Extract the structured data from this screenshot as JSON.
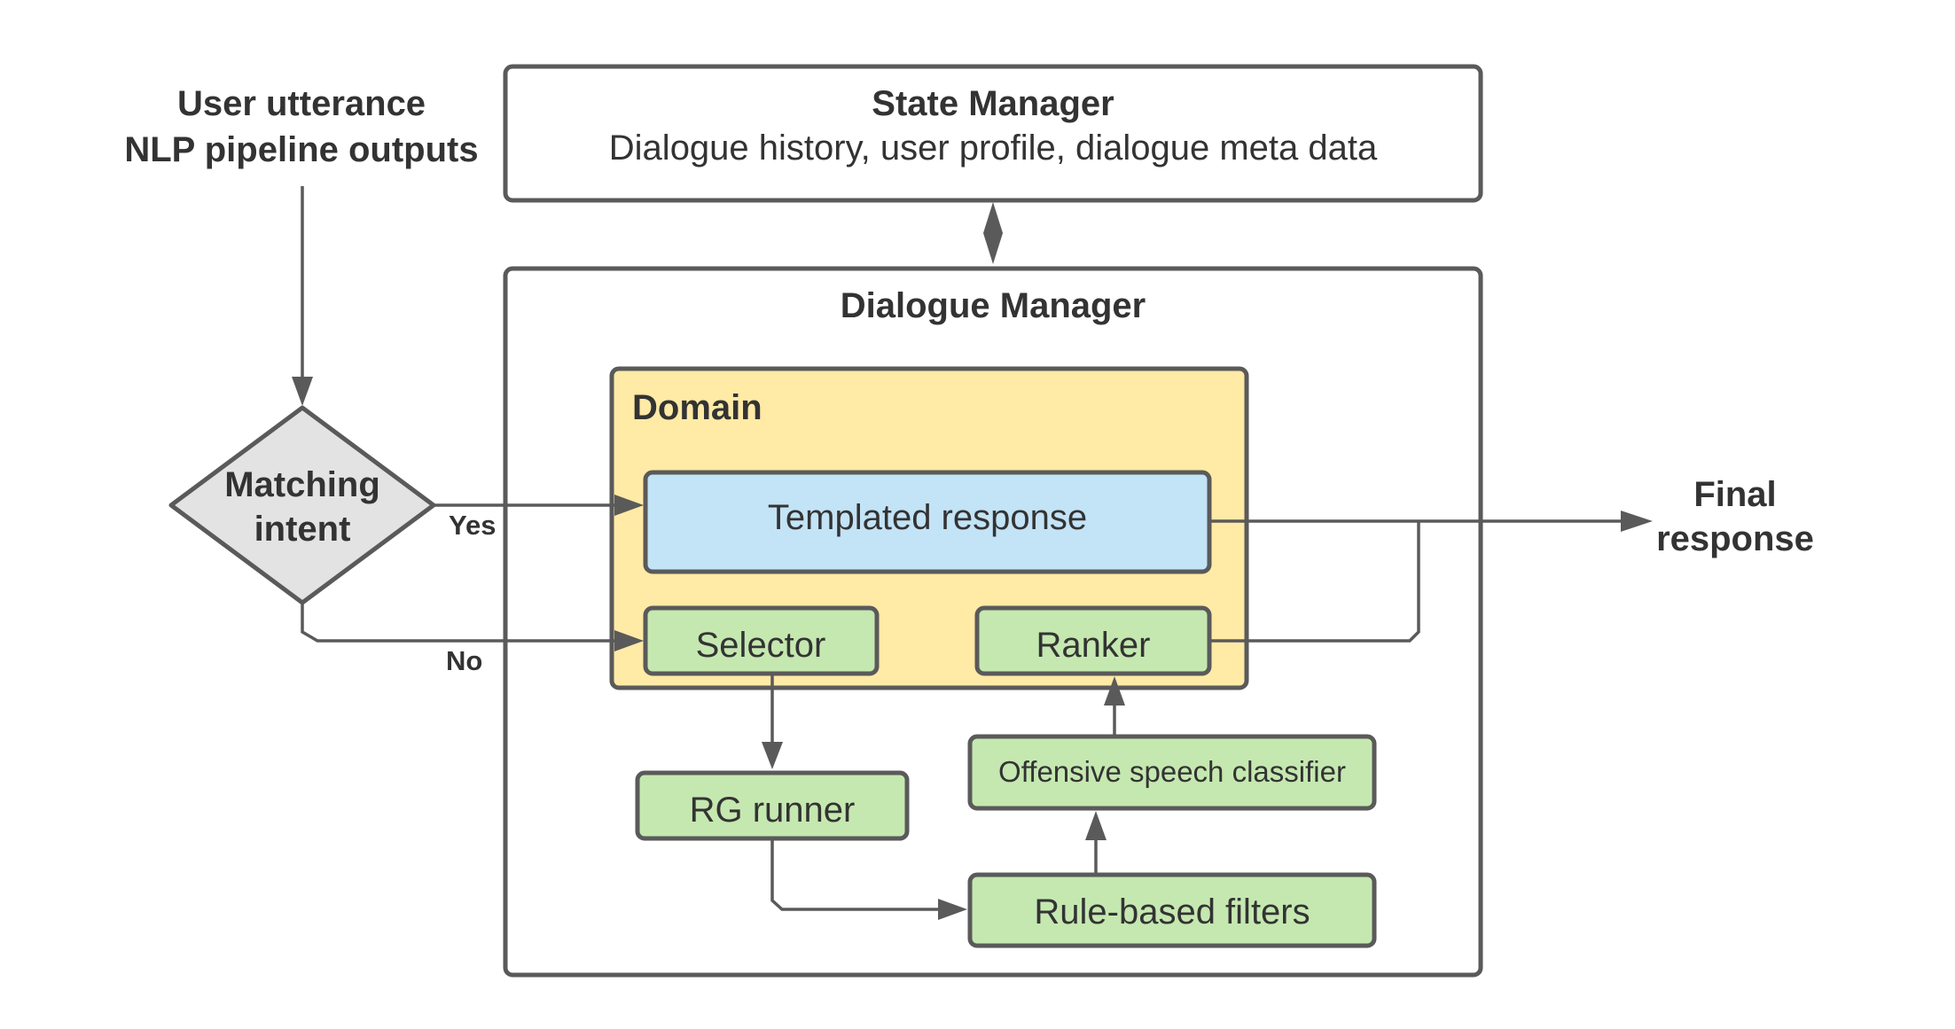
{
  "input": {
    "line1": "User utterance",
    "line2": "NLP pipeline outputs"
  },
  "state_manager": {
    "title": "State Manager",
    "subtitle": "Dialogue history, user profile, dialogue meta data"
  },
  "dialogue_manager": {
    "title": "Dialogue Manager"
  },
  "decision": {
    "line1": "Matching",
    "line2": "intent",
    "yes_label": "Yes",
    "no_label": "No"
  },
  "domain": {
    "title": "Domain"
  },
  "components": {
    "templated_response": "Templated response",
    "selector": "Selector",
    "ranker": "Ranker",
    "rg_runner": "RG runner",
    "offensive_classifier": "Offensive speech classifier",
    "rule_filters": "Rule-based filters"
  },
  "output": {
    "line1": "Final",
    "line2": "response"
  },
  "colors": {
    "border": "#5a5a5a",
    "text": "#333333",
    "domain_fill": "#ffeaa6",
    "templated_fill": "#c3e3f6",
    "component_fill": "#c5e8b0",
    "decision_fill": "#e3e3e3"
  }
}
